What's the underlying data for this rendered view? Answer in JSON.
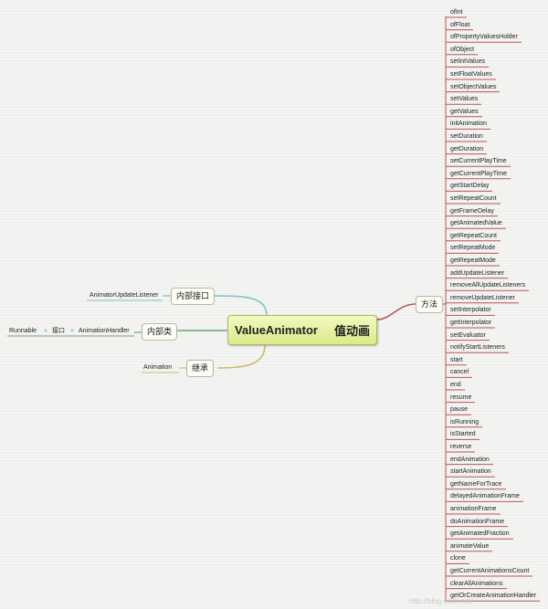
{
  "central": {
    "name": "ValueAnimator",
    "name_zh": "值动画"
  },
  "topics": {
    "interface": "内部接口",
    "inner_class": "内部类",
    "inherit": "继承",
    "methods": "方法"
  },
  "interface_items": [
    "AnimatorUpdateListener"
  ],
  "inner_class_items": [
    "Runnable",
    "接口",
    "AnimationHandler"
  ],
  "inherit_items": [
    "Animation"
  ],
  "methods": [
    "ofInt",
    "ofFloat",
    "ofPropertyValuesHolder",
    "ofObject",
    "setIntValues",
    "setFloatValues",
    "setObjectValues",
    "setValues",
    "getValues",
    "initAnimation",
    "setDuration",
    "getDuration",
    "setCurrentPlayTime",
    "getCurrentPlayTime",
    "getStartDelay",
    "setRepeatCount",
    "getFrameDelay",
    "getAnimatedValue",
    "getRepeatCount",
    "setRepeatMode",
    "getRepeatMode",
    "addUpdateListener",
    "removeAllUpdateListeners",
    "removeUpdateListener",
    "setInterpolator",
    "getInterpolator",
    "setEvaluator",
    "notifyStartListeners",
    "start",
    "cancel",
    "end",
    "resume",
    "pause",
    "isRunning",
    "isStarted",
    "reverse",
    "endAnimation",
    "startAnimation",
    "getNameForTrace",
    "delayedAnimationFrame",
    "animationFrame",
    "doAnimationFrame",
    "getAnimatedFraction",
    "animateValue",
    "clone",
    "getCurrentAnimationsCount",
    "clearAllAnimations",
    "getOrCreateAnimationHandler"
  ],
  "colors": {
    "interface_branch": "#7fc1c4",
    "inner_class_branch": "#6aa86c",
    "inherit_branch": "#c9bd6e",
    "methods_branch": "#b75656"
  },
  "watermark": "http://blog.csdn.net/"
}
